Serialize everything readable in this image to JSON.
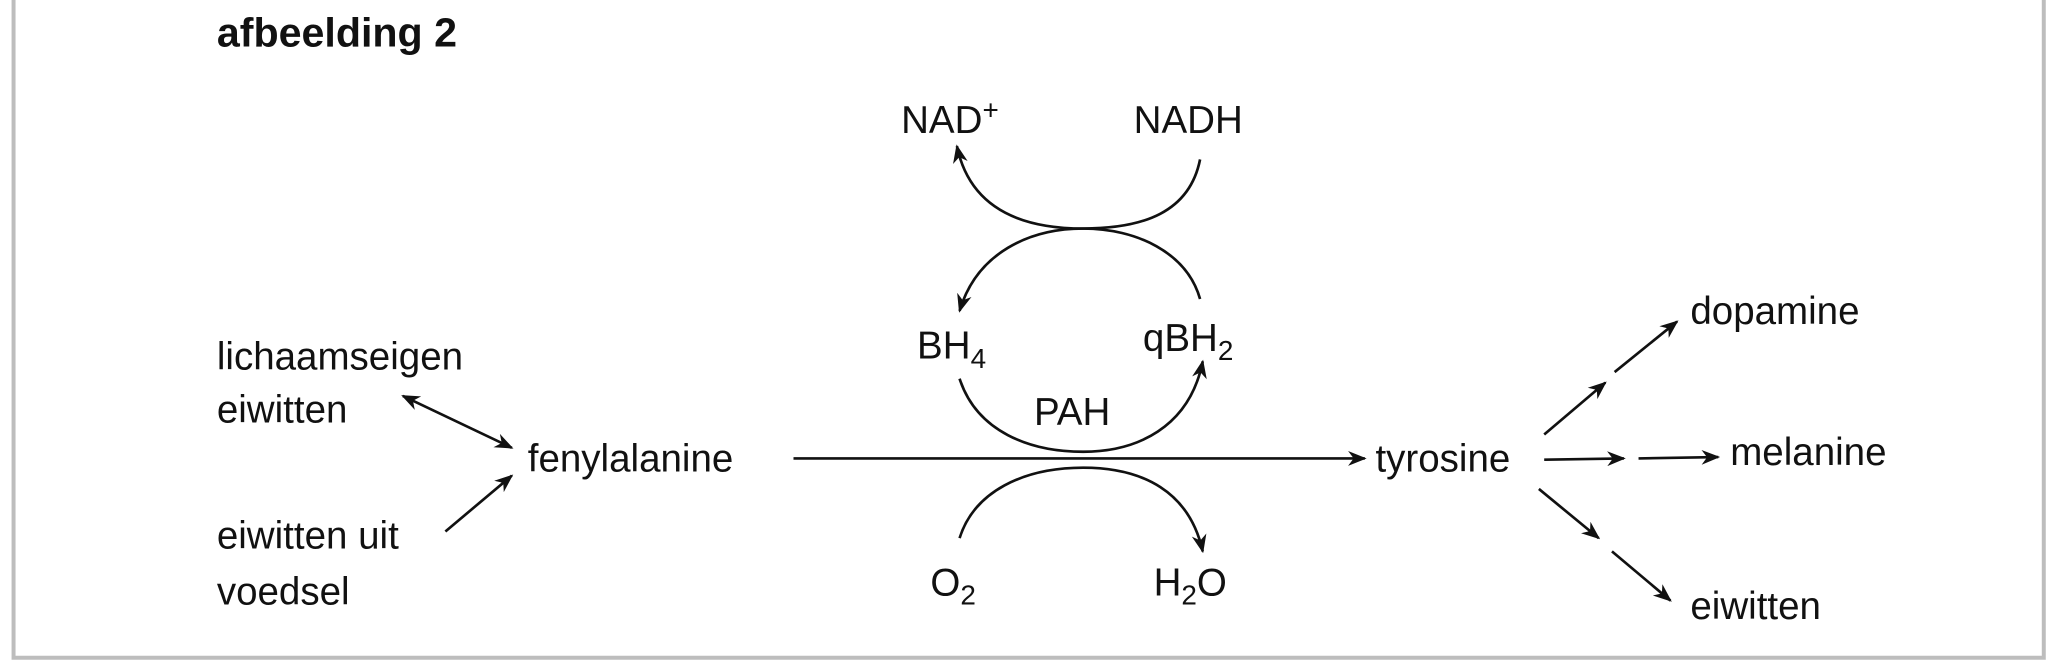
{
  "title": "afbeelding 2",
  "labels": {
    "nad_plus": "NAD",
    "nad_plus_sup": "+",
    "nadh": "NADH",
    "bh4": "BH",
    "bh4_sub": "4",
    "qbh2": "qBH",
    "qbh2_sub": "2",
    "pah": "PAH",
    "lichaamseigen_line1": "lichaamseigen",
    "lichaamseigen_line2": "eiwitten",
    "voedsel_line1": "eiwitten uit",
    "voedsel_line2": "voedsel",
    "fenylalanine": "fenylalanine",
    "tyrosine": "tyrosine",
    "dopamine": "dopamine",
    "melanine": "melanine",
    "eiwitten": "eiwitten",
    "o2": "O",
    "o2_sub": "2",
    "h2o_h": "H",
    "h2o_sub": "2",
    "h2o_o": "O"
  },
  "colors": {
    "border": "#bdbdbd",
    "ink": "#111111"
  }
}
